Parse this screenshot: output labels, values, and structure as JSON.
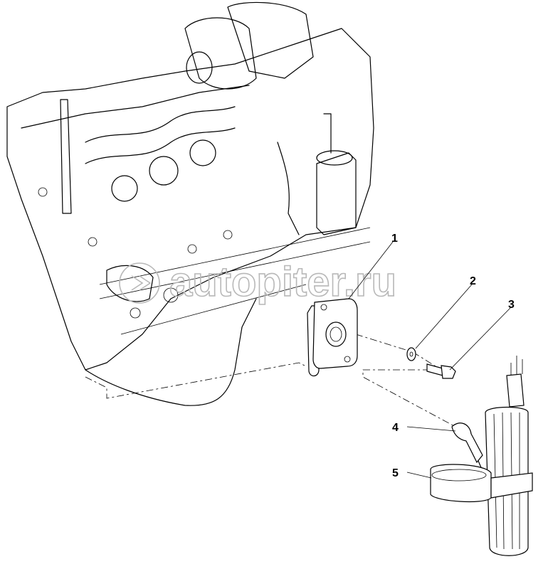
{
  "diagram": {
    "type": "exploded parts diagram",
    "callouts": [
      {
        "number": "1"
      },
      {
        "number": "2"
      },
      {
        "number": "3"
      },
      {
        "number": "4"
      },
      {
        "number": "5"
      }
    ],
    "watermark": "autopiter.ru"
  }
}
